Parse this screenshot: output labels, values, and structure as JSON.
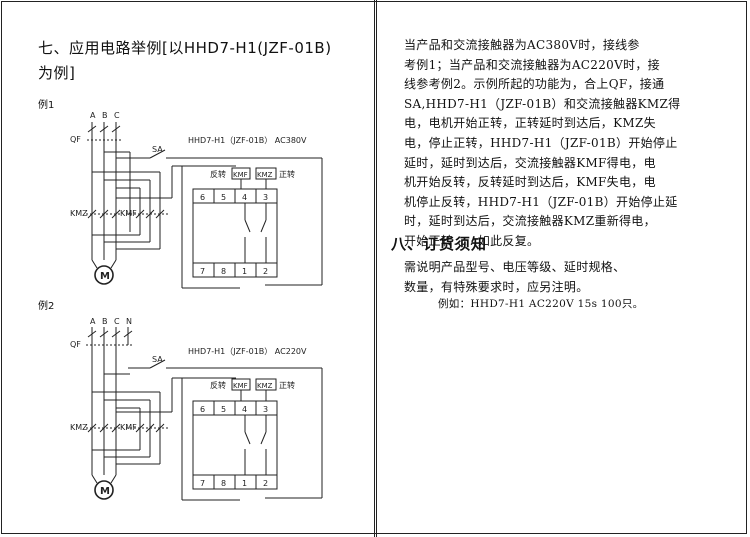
{
  "left": {
    "section_title_line1": "七、应用电路举例[以HHD7-H1(JZF-01B)",
    "section_title_line2": "为例]",
    "example1": {
      "label": "例1",
      "phases": [
        "A",
        "B",
        "C"
      ],
      "qf": "QF",
      "sa": "SA",
      "model": "HHD7-H1（JZF-01B） AC380V",
      "reverse_label": "反转",
      "forward_label": "正转",
      "kmf": "KMF",
      "kmz": "KMZ",
      "top_terminals": [
        "6",
        "5",
        "4",
        "3"
      ],
      "bottom_terminals": [
        "7",
        "8",
        "1",
        "2"
      ],
      "motor": "M"
    },
    "example2": {
      "label": "例2",
      "phases": [
        "A",
        "B",
        "C",
        "N"
      ],
      "qf": "QF",
      "sa": "SA",
      "model": "HHD7-H1（JZF-01B） AC220V",
      "reverse_label": "反转",
      "forward_label": "正转",
      "kmf": "KMF",
      "kmz": "KMZ",
      "top_terminals": [
        "6",
        "5",
        "4",
        "3"
      ],
      "bottom_terminals": [
        "7",
        "8",
        "1",
        "2"
      ],
      "motor": "M"
    }
  },
  "right": {
    "para_lines": [
      "当产品和交流接触器为AC380V时，接线参",
      "考例1；当产品和交流接触器为AC220V时，接",
      "线参考例2。示例所起的功能为，合上QF，接通",
      "SA,HHD7-H1（JZF-01B）和交流接触器KMZ得",
      "电，电机开始正转，正转延时到达后，KMZ失",
      "电，停止正转，HHD7-H1（JZF-01B）开始停止",
      "延时，延时到达后，交流接触器KMF得电，电",
      "机开始反转，反转延时到达后，KMF失电，电",
      "机停止反转，HHD7-H1（JZF-01B）开始停止延",
      "时，延时到达后，交流接触器KMZ重新得电，",
      "开始正转……如此反复。"
    ],
    "section8_title": "八、订货须知",
    "order_lines": [
      "需说明产品型号、电压等级、延时规格、",
      "数量，有特殊要求时，应另注明。"
    ],
    "example_line": "例如：HHD7-H1 AC220V 15s 100只。"
  }
}
